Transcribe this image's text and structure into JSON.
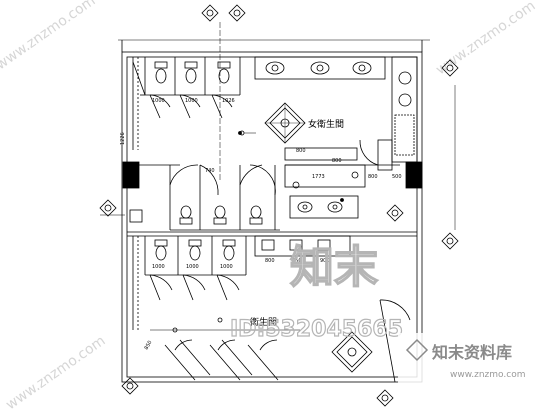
{
  "rooms": {
    "female_wc": "女衛生間",
    "male_wc_partial": "衛生間"
  },
  "dimensions": {
    "stall_width": "1000",
    "stall_width_upper_last": "1026",
    "upper_left_height": "1226",
    "upper_mid_dims": [
      "800",
      "800"
    ],
    "lower_dims": [
      "1773",
      "800",
      "500"
    ],
    "urinal_dims": [
      "800",
      "750",
      "900"
    ],
    "diag_dim": "740",
    "stall_left_lower": "850"
  },
  "watermark": {
    "big_text": "知末",
    "id_text": "ID:532045665",
    "brand_text": "知末资料库",
    "url_text": "www.znzmo.com",
    "diag_texts": [
      "www.znzmo.com",
      "www.znzmo.com",
      "www.znzmo.com"
    ]
  }
}
